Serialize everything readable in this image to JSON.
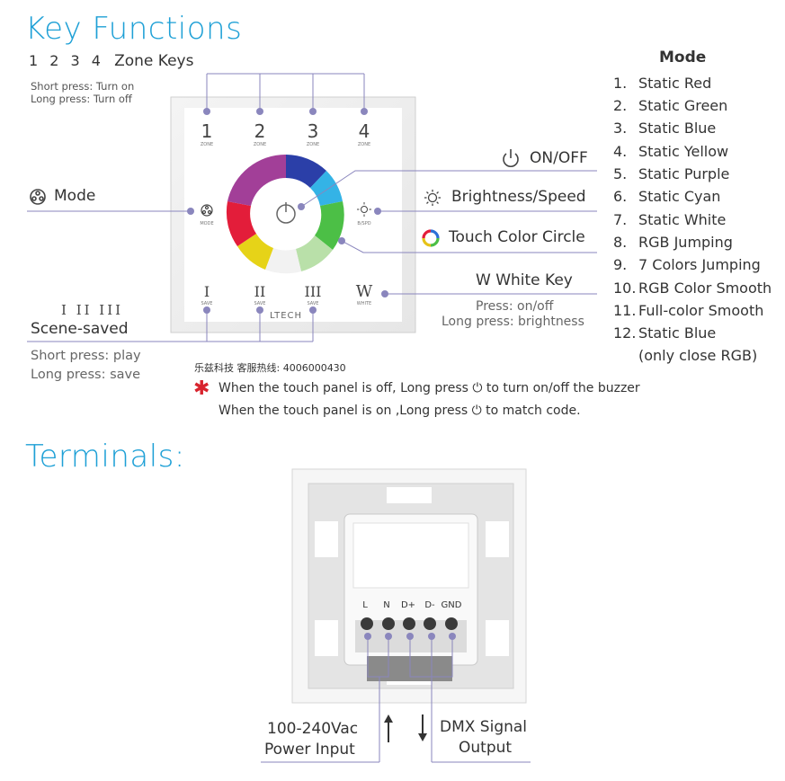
{
  "key_functions": {
    "title": "Key Functions",
    "zone_numbers": "1 2 3 4",
    "zone_keys_label": "Zone Keys",
    "zone_short_press": "Short press: Turn on",
    "zone_long_press": "Long press: Turn off",
    "on_off_label": "ON/OFF",
    "mode_label": "Mode",
    "brightness_label": "Brightness/Speed",
    "touch_color_label": "Touch Color Circle",
    "white_key_label": "W White Key",
    "white_press": "Press: on/off",
    "white_long_press": "Long press: brightness",
    "scene_numerals": "I II III",
    "scene_label": "Scene-saved",
    "scene_short": "Short press: play",
    "scene_long": "Long press: save",
    "hotline": "乐兹科技 客服热线: 4006000430",
    "note_line1": "When the touch panel is off, Long press ⏻ to turn on/off the buzzer",
    "note_line2": "When the touch panel is on ,Long press ⏻ to match code."
  },
  "panel": {
    "zone_keys": [
      "1",
      "2",
      "3",
      "4"
    ],
    "zone_caption": "ZONE",
    "mode_caption": "MODE",
    "bspd_caption": "B/SPD",
    "scene_keys": [
      "I",
      "II",
      "III"
    ],
    "save_caption": "SAVE",
    "white_key": "W",
    "white_caption": "WHITE",
    "brand": "LTECH"
  },
  "mode_list": {
    "title": "Mode",
    "items": [
      {
        "num": "1.",
        "label": "Static Red"
      },
      {
        "num": "2.",
        "label": "Static Green"
      },
      {
        "num": "3.",
        "label": "Static Blue"
      },
      {
        "num": "4.",
        "label": "Static Yellow"
      },
      {
        "num": "5.",
        "label": "Static Purple"
      },
      {
        "num": "6.",
        "label": "Static Cyan"
      },
      {
        "num": "7.",
        "label": "Static White"
      },
      {
        "num": "8.",
        "label": "RGB Jumping"
      },
      {
        "num": "9.",
        "label": "7 Colors Jumping"
      },
      {
        "num": "10.",
        "label": "RGB Color Smooth"
      },
      {
        "num": "11.",
        "label": "Full-color Smooth"
      },
      {
        "num": "12.",
        "label": "Static Blue"
      }
    ],
    "item12_extra": "(only close RGB)"
  },
  "terminals": {
    "title": "Terminals:",
    "pins": [
      "L",
      "N",
      "D+",
      "D-",
      "GND"
    ],
    "power_line1": "100-240Vac",
    "power_line2": "Power Input",
    "dmx_line1": "DMX Signal",
    "dmx_line2": "Output"
  },
  "colors": {
    "accent_blue": "#1ea0d6",
    "line_purple": "#8a86bd",
    "star_red": "#d8242e"
  }
}
